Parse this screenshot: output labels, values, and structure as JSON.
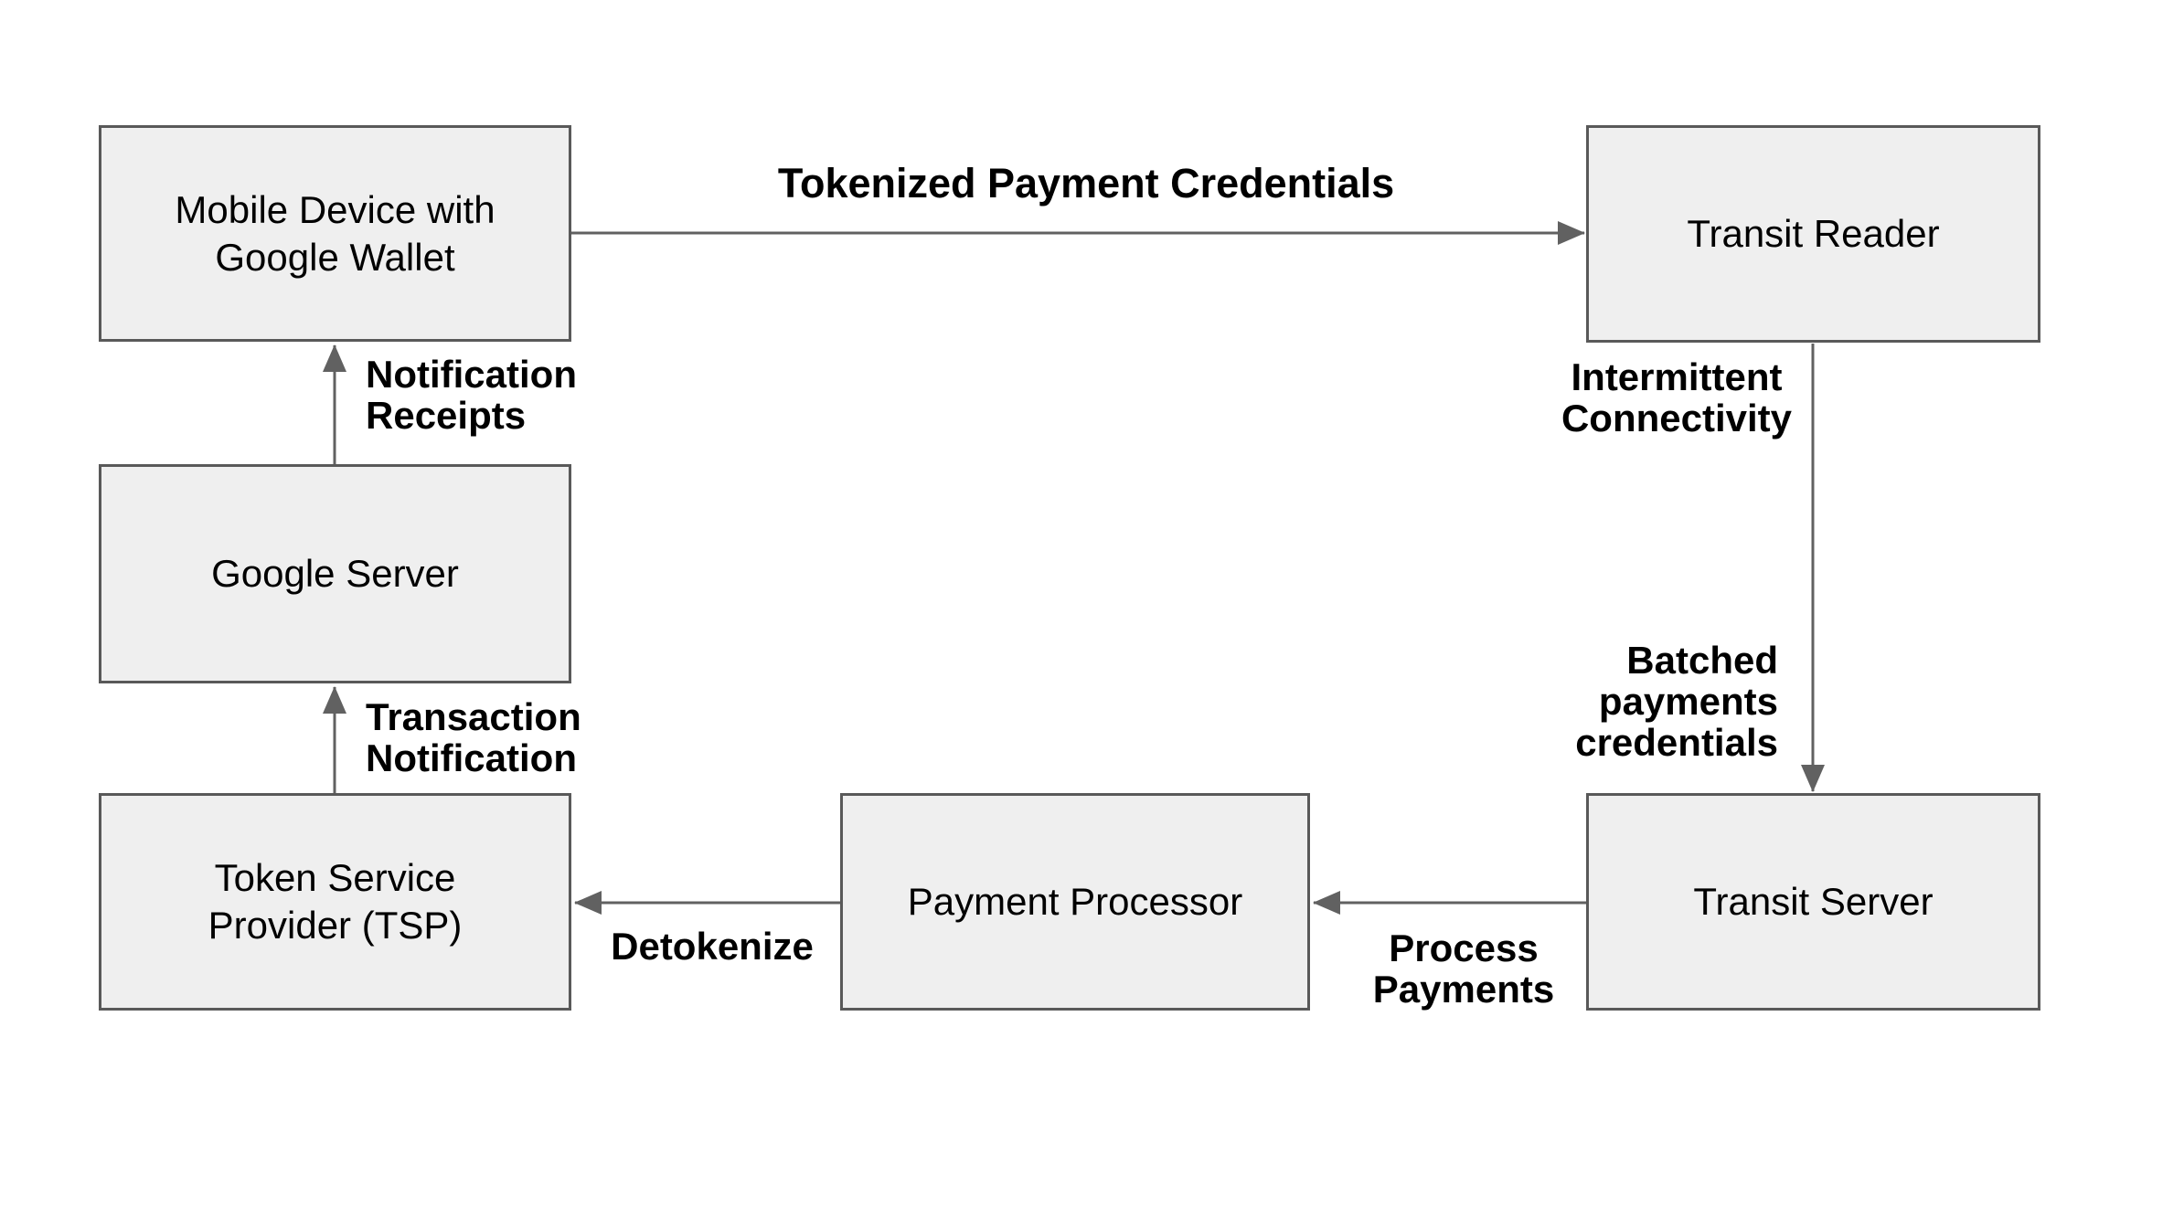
{
  "colors": {
    "background": "#ffffff",
    "node_fill": "#efefef",
    "node_border": "#595959",
    "arrow": "#616161",
    "text": "#000000"
  },
  "diagram": {
    "nodes": {
      "mobile_device": {
        "lines": [
          "Mobile Device with",
          "Google Wallet"
        ]
      },
      "transit_reader": {
        "lines": [
          "Transit Reader"
        ]
      },
      "google_server": {
        "lines": [
          "Google Server"
        ]
      },
      "tsp": {
        "lines": [
          "Token Service",
          "Provider (TSP)"
        ]
      },
      "payment_processor": {
        "lines": [
          "Payment Processor"
        ]
      },
      "transit_server": {
        "lines": [
          "Transit Server"
        ]
      }
    },
    "edge_labels": {
      "tokenized_payment_credentials": {
        "lines": [
          "Tokenized Payment Credentials"
        ]
      },
      "notification_receipts": {
        "lines": [
          "Notification",
          "Receipts"
        ]
      },
      "intermittent_connectivity": {
        "lines": [
          "Intermittent",
          "Connectivity"
        ]
      },
      "batched_payments_credentials": {
        "lines": [
          "Batched",
          "payments",
          "credentials"
        ]
      },
      "transaction_notification": {
        "lines": [
          "Transaction",
          "Notification"
        ]
      },
      "process_payments": {
        "lines": [
          "Process",
          "Payments"
        ]
      },
      "detokenize": {
        "lines": [
          "Detokenize"
        ]
      }
    }
  }
}
